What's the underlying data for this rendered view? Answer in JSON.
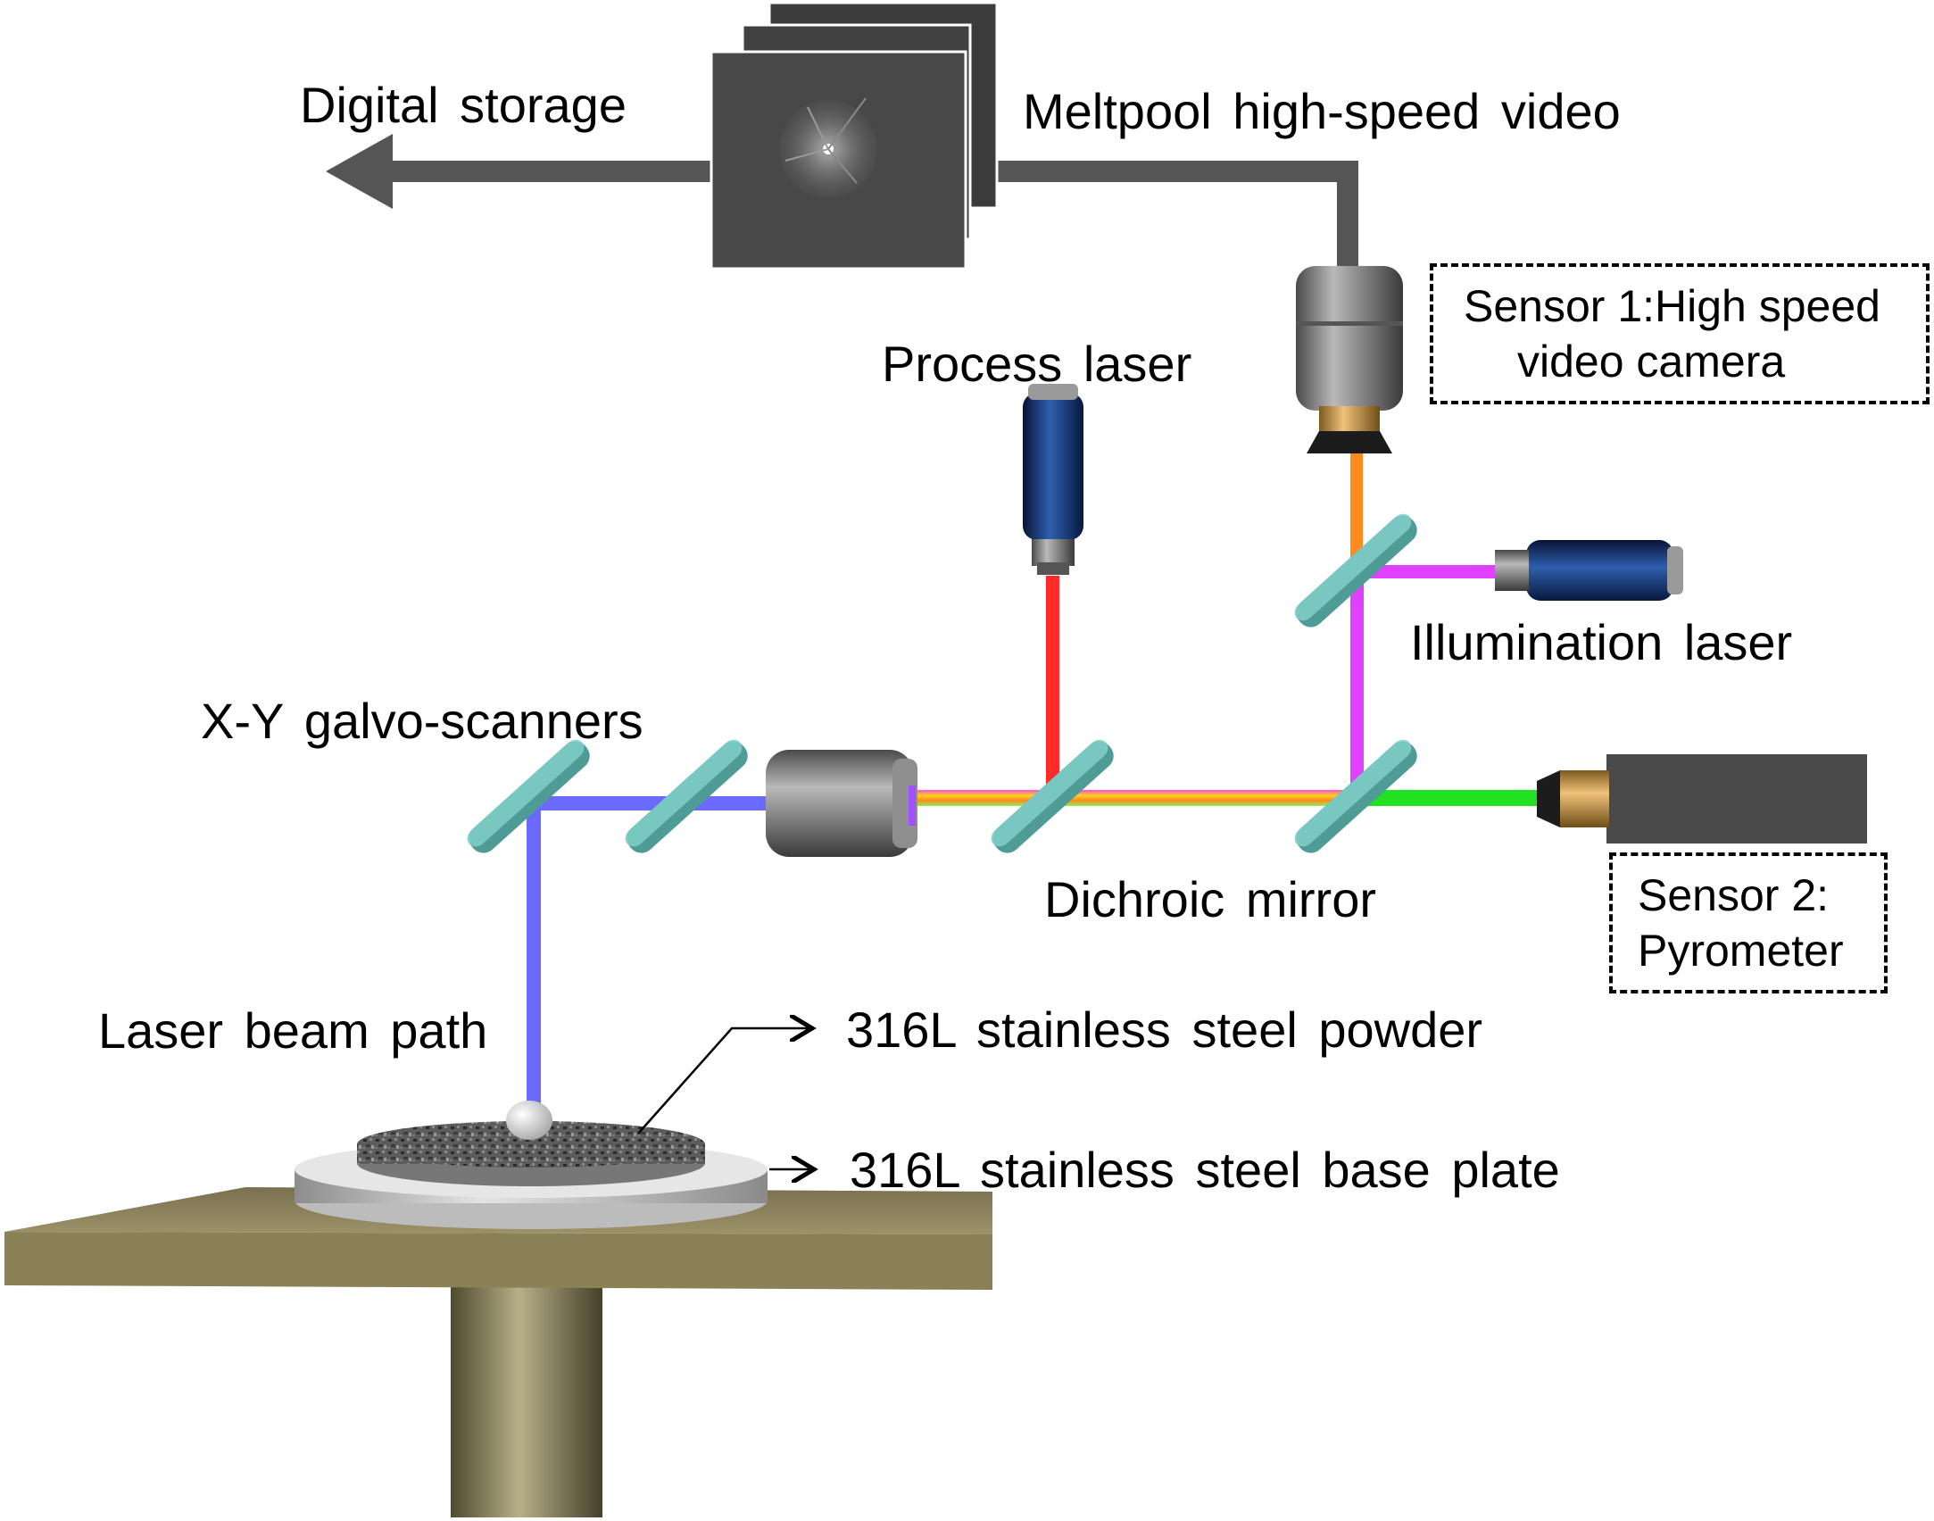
{
  "labels": {
    "digital_storage": "Digital storage",
    "meltpool_video": "Meltpool high-speed video",
    "process_laser": "Process laser",
    "illumination_laser": "Illumination laser",
    "galvo_scanners": "X-Y galvo-scanners",
    "dichroic_mirror": "Dichroic mirror",
    "laser_beam_path": "Laser beam path",
    "powder": "316L stainless steel  powder",
    "base_plate": "316L stainless steel base plate"
  },
  "sensor1": {
    "line1": "Sensor 1:High speed",
    "line2": "video camera"
  },
  "sensor2": {
    "line1": "Sensor 2:",
    "line2": "Pyrometer"
  },
  "colors": {
    "process_beam": "#ff2a2a",
    "illumination_beam": "#e040ff",
    "camera_beam": "#ff8a1e",
    "pyrometer_beam": "#22e022",
    "scan_beam": "#6a6aff",
    "mirror": "#6fc7c0",
    "flow_arrow": "#555555"
  }
}
